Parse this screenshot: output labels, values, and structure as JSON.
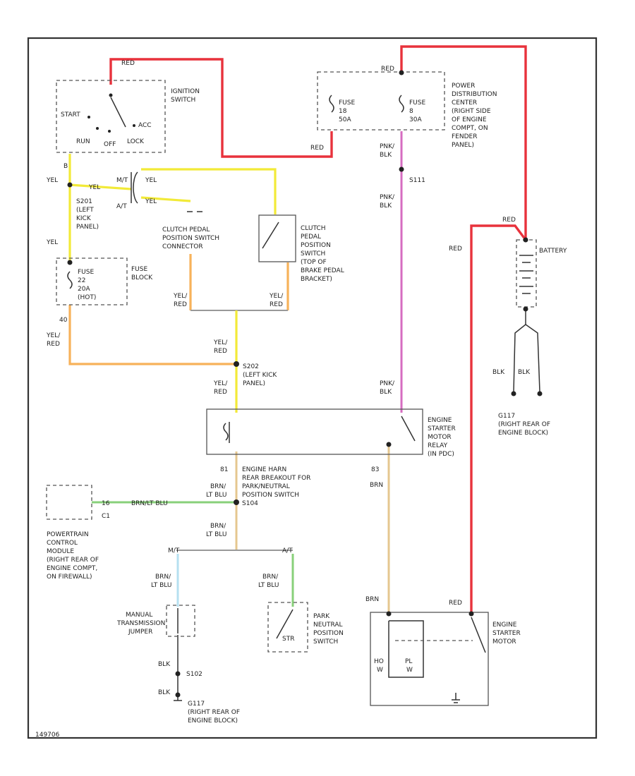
{
  "labels": {
    "red_top_left": "RED",
    "red_top_mid": "RED",
    "red_fuse_out": "RED",
    "red_batt_top": "RED",
    "red_batt_side": "RED",
    "red_starter": "RED",
    "ign_switch": [
      "IGNITION",
      "SWITCH"
    ],
    "start": "START",
    "acc": "ACC",
    "run": "RUN",
    "off": "OFF",
    "lock": "LOCK",
    "pin_b": "B",
    "yel_1": "YEL",
    "yel_2": "YEL",
    "yel_3": "YEL",
    "yel_4": "YEL",
    "mt_1": "M/T",
    "at_1": "A/T",
    "s201": [
      "S201",
      "(LEFT",
      "KICK",
      "PANEL)"
    ],
    "fuse_block": [
      "FUSE",
      "BLOCK"
    ],
    "fuse_block_inner": [
      "FUSE",
      "22",
      "20A",
      "(HOT)"
    ],
    "fuse_18": [
      "FUSE",
      "18",
      "50A"
    ],
    "fuse_8": [
      "FUSE",
      "8",
      "30A"
    ],
    "pdc": [
      "POWER",
      "DISTRIBUTION",
      "CENTER",
      "(RIGHT SIDE",
      "OF ENGINE",
      "COMPT, ON",
      "FENDER",
      "PANEL)"
    ],
    "pnk_blk_1": [
      "PNK/",
      "BLK"
    ],
    "pnk_blk_2": [
      "PNK/",
      "BLK"
    ],
    "pnk_blk_3": [
      "PNK/",
      "BLK"
    ],
    "s111": "S111",
    "clutch_conn": [
      "CLUTCH PEDAL",
      "POSITION SWITCH",
      "CONNECTOR"
    ],
    "clutch_sw": [
      "CLUTCH",
      "PEDAL",
      "POSITION",
      "SWITCH",
      "(TOP OF",
      "BRAKE PEDAL",
      "BRACKET)"
    ],
    "yel_red_1": [
      "YEL/",
      "RED"
    ],
    "yel_red_2": [
      "YEL/",
      "RED"
    ],
    "yel_red_3": [
      "YEL/",
      "RED"
    ],
    "yel_red_4": [
      "YEL/",
      "RED"
    ],
    "yel_red_5": [
      "YEL/",
      "RED"
    ],
    "pin_40": "40",
    "s202": [
      "S202",
      "(LEFT KICK",
      "PANEL)"
    ],
    "battery": "BATTERY",
    "blk_1": "BLK",
    "blk_2": "BLK",
    "g117_top": [
      "G117",
      "(RIGHT REAR OF",
      "ENGINE BLOCK)"
    ],
    "relay": [
      "ENGINE",
      "STARTER",
      "MOTOR",
      "RELAY",
      "(IN PDC)"
    ],
    "harn": [
      "ENGINE HARN",
      "REAR BREAKOUT FOR",
      "PARK/NEUTRAL",
      "POSITION SWITCH",
      "S104"
    ],
    "brn_ltblu_1": [
      "BRN/",
      "LT BLU"
    ],
    "brn_ltblu_2": [
      "BRN/",
      "LT BLU"
    ],
    "brn_ltblu_3": [
      "BRN/",
      "LT BLU"
    ],
    "brn_ltblu_4": [
      "BRN/",
      "LT BLU"
    ],
    "brn_ltblu_pcm": "BRN/LT BLU",
    "brn_1": [
      "83",
      "BRN"
    ],
    "brn_2": "BRN",
    "pin_81": "81",
    "pcm": [
      "POWERTRAIN",
      "CONTROL",
      "MODULE",
      "(RIGHT REAR OF",
      "ENGINE COMPT,",
      "ON FIREWALL)"
    ],
    "pin_16": "16",
    "pin_c1": "C1",
    "mt_2": "M/T",
    "at_2": "A/T",
    "man_trans": [
      "MANUAL",
      "TRANSMISSION",
      "JUMPER"
    ],
    "pnp": [
      "PARK",
      "NEUTRAL",
      "POSITION",
      "SWITCH"
    ],
    "str": "STR",
    "blk_3": "BLK",
    "blk_4": "BLK",
    "s102": "S102",
    "g117_bot": [
      "G117",
      "(RIGHT REAR OF",
      "ENGINE BLOCK)"
    ],
    "starter": [
      "ENGINE",
      "STARTER",
      "MOTOR"
    ],
    "hold": [
      "HO",
      "W"
    ],
    "pull": [
      "PL",
      "W"
    ],
    "footer": "149706"
  },
  "colors": {
    "red": "#e8323c",
    "yellow": "#f2ea38",
    "yellow_red": "#f7b25a",
    "pink_black": "#d66cc0",
    "brown": "#e5c78f",
    "brown_ltblue": "#88d07a"
  }
}
